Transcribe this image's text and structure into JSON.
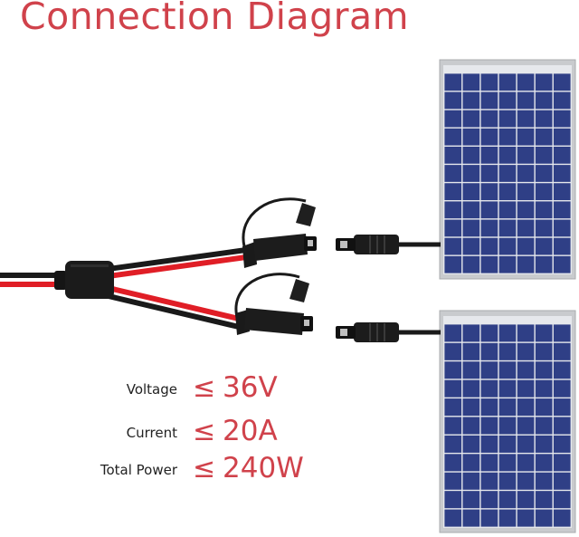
{
  "title": "Connection Diagram",
  "specs": [
    {
      "label": "Voltage",
      "symbol": "≤",
      "value": "36V"
    },
    {
      "label": "Current",
      "symbol": "≤",
      "value": "20A"
    },
    {
      "label": "Total Power",
      "symbol": "≤",
      "value": "240W"
    }
  ],
  "colors": {
    "accent": "#d0424b",
    "panel_cell": "#2f3f86",
    "panel_frame": "#c9cbce",
    "wire_red": "#e01e26",
    "wire_black": "#1a1a1a"
  }
}
